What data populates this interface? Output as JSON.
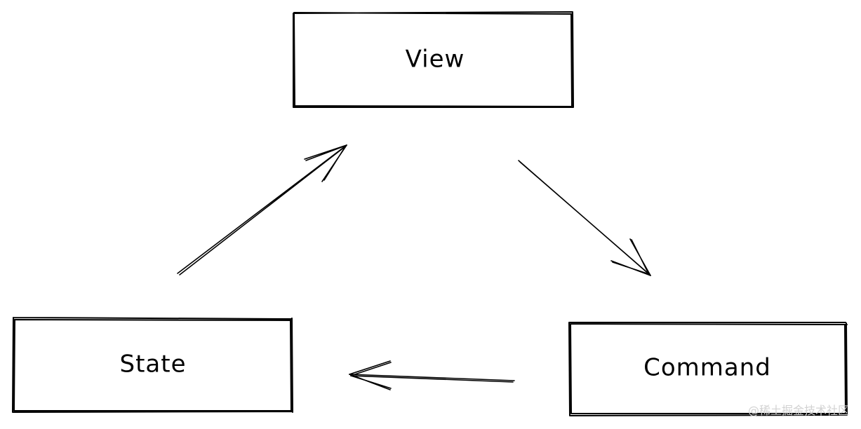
{
  "diagram": {
    "nodes": {
      "view": "View",
      "state": "State",
      "command": "Command"
    },
    "edges": [
      {
        "from": "View",
        "to": "Command"
      },
      {
        "from": "Command",
        "to": "State"
      },
      {
        "from": "State",
        "to": "View"
      }
    ]
  },
  "watermark": "@稀土掘金技术社区",
  "colors": {
    "stroke": "#000000",
    "background": "#ffffff",
    "watermark": "#d2d2d2"
  }
}
